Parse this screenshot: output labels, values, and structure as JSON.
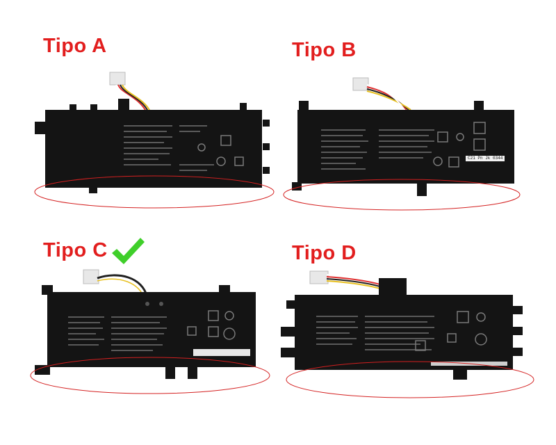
{
  "panels": [
    {
      "id": "a",
      "label": "Tipo A"
    },
    {
      "id": "b",
      "label": "Tipo B",
      "sticker": "C21 Pn Jk 0344"
    },
    {
      "id": "c",
      "label": "Tipo C",
      "selected": true
    },
    {
      "id": "d",
      "label": "Tipo D"
    }
  ],
  "colors": {
    "label": "#e21e1e",
    "highlight_ellipse": "#d42020",
    "check": "#3fcf2a",
    "battery_body": "#141414",
    "wire_colors": [
      "#e03030",
      "#202020",
      "#e8c020",
      "#ffffff"
    ]
  },
  "icons": [
    "check-mark-icon",
    "battery-icon",
    "connector-icon",
    "recycle-icon",
    "ce-mark-icon",
    "bin-icon",
    "li-ion-icon"
  ]
}
